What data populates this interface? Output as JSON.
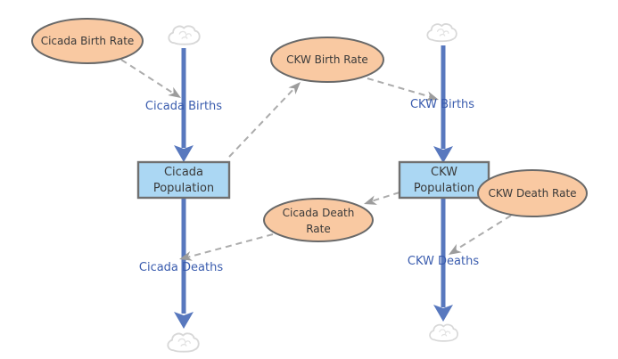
{
  "diagram": {
    "type": "stock-and-flow",
    "colors": {
      "background": "#FFFFFF",
      "stock_fill": "#ABD7F3",
      "stock_stroke": "#707070",
      "converter_fill": "#F9C9A2",
      "converter_stroke": "#696969",
      "flow_color": "#5878BE",
      "flow_label_color": "#3A5CAE",
      "text_color": "#3A3A3A",
      "link_color": "#ACACAC",
      "link_arrow_color": "#9C9C9C",
      "cloud_stroke": "#D8D8D8",
      "cloud_detail": "#E2E2E2"
    },
    "stocks": [
      {
        "name": "cicada-population",
        "label": "Cicada Population",
        "line1": "Cicada",
        "line2": "Population"
      },
      {
        "name": "ckw-population",
        "label": "CKW Population",
        "line1": "CKW",
        "line2": "Population"
      }
    ],
    "flows": [
      {
        "name": "cicada-births",
        "label": "Cicada Births",
        "from": "cloud",
        "to": "cicada-population"
      },
      {
        "name": "ckw-births",
        "label": "CKW Births",
        "from": "cloud",
        "to": "ckw-population"
      },
      {
        "name": "cicada-deaths",
        "label": "Cicada Deaths",
        "from": "cicada-population",
        "to": "cloud"
      },
      {
        "name": "ckw-deaths",
        "label": "CKW Deaths",
        "from": "ckw-population",
        "to": "cloud"
      }
    ],
    "converters": [
      {
        "name": "cicada-birth-rate",
        "label": "Cicada Birth Rate"
      },
      {
        "name": "ckw-birth-rate",
        "label": "CKW Birth Rate"
      },
      {
        "name": "cicada-death-rate",
        "label": "Cicada Death Rate",
        "line1": "Cicada Death",
        "line2": "Rate"
      },
      {
        "name": "ckw-death-rate",
        "label": "CKW Death Rate"
      }
    ],
    "links": [
      {
        "from": "cicada-birth-rate",
        "to": "cicada-births"
      },
      {
        "from": "cicada-population",
        "to": "ckw-birth-rate"
      },
      {
        "from": "ckw-birth-rate",
        "to": "ckw-births"
      },
      {
        "from": "ckw-population",
        "to": "cicada-death-rate"
      },
      {
        "from": "cicada-death-rate",
        "to": "cicada-deaths"
      },
      {
        "from": "ckw-death-rate",
        "to": "ckw-deaths"
      }
    ]
  }
}
